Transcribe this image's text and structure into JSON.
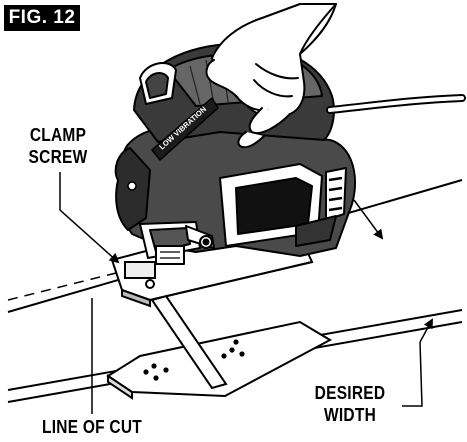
{
  "figure": {
    "badge": "FIG. 12",
    "tool_label": "LOW VIBRATION",
    "callouts": {
      "clamp_screw_line1": "CLAMP",
      "clamp_screw_line2": "SCREW",
      "desired_width_line1": "DESIRED",
      "desired_width_line2": "WIDTH",
      "line_of_cut": "LINE OF CUT"
    }
  }
}
